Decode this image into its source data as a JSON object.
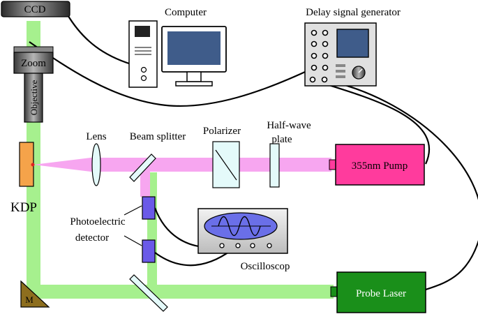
{
  "labels": {
    "ccd": "CCD",
    "zoom": "Zoom",
    "objective": "Objective",
    "computer": "Computer",
    "delay_generator": "Delay signal generator",
    "lens": "Lens",
    "beam_splitter": "Beam splitter",
    "polarizer": "Polarizer",
    "half_wave_line1": "Half-wave",
    "half_wave_line2": "plate",
    "pump": "355nm Pump",
    "kdp": "KDP",
    "photodetector_line1": "Photoelectric",
    "photodetector_line2": "detector",
    "oscilloscope": "Oscilloscop",
    "mirror": "M",
    "probe_laser": "Probe Laser"
  },
  "colors": {
    "green_beam": "#a6f08e",
    "pink_beam": "#f7a6f0",
    "pump_box": "#ff3b9d",
    "probe_box": "#1a8f1a",
    "kdp_crystal": "#f5a34a",
    "optic_cyan": "#e4fafa",
    "detector": "#6a5ae8",
    "mirror": "#8d6e1e",
    "screen_blue": "#3f5c8a",
    "device_gray": "#d6d6d6",
    "dark_gray": "#3a3a3a"
  }
}
